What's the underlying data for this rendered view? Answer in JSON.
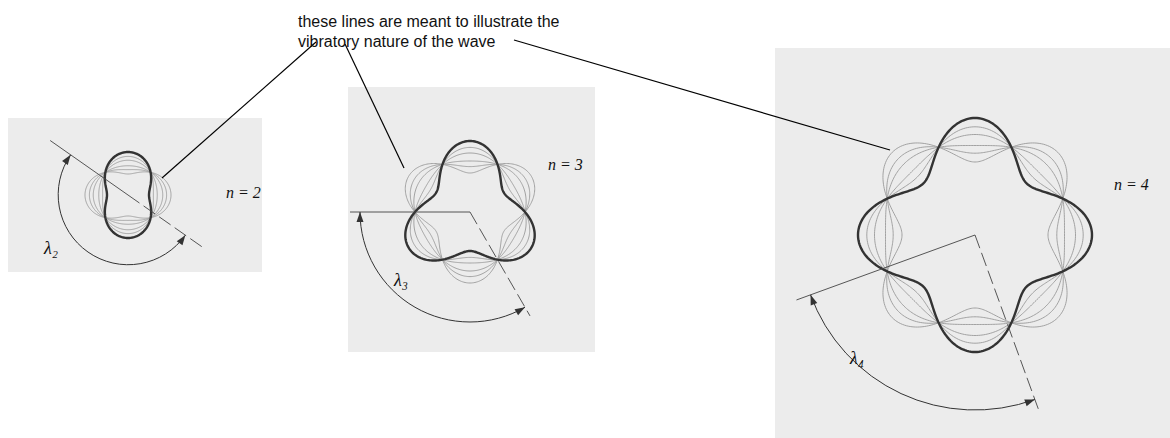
{
  "diagram": {
    "labels": [
      "these lines are meant to illustrate the vibratory nature of the wave",
      "n = 2",
      "λ₂",
      "n = 3",
      "λ₃",
      "n = 4",
      "λ₄"
    ]
  }
}
